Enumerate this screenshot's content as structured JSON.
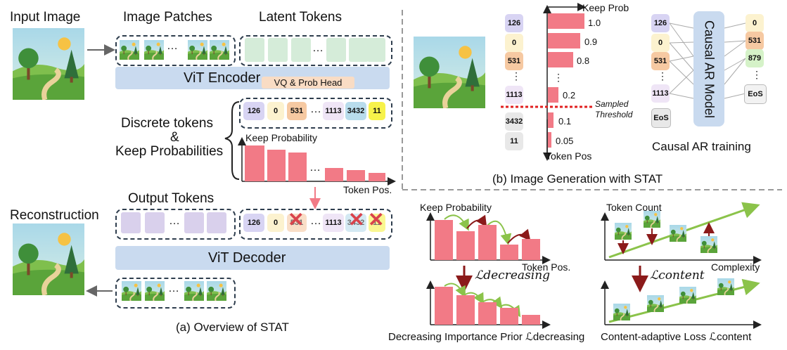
{
  "panel_a": {
    "input_image": "Input Image",
    "image_patches": "Image Patches",
    "latent_tokens": "Latent Tokens",
    "vit_encoder": "ViT Encoder",
    "vq_head": "VQ & Prob Head",
    "discrete_line1": "Discrete tokens",
    "discrete_amp": "&",
    "discrete_line2": "Keep Probabilities",
    "keep_probability": "Keep Probability",
    "token_pos": "Token Pos.",
    "output_tokens": "Output Tokens",
    "reconstruction": "Reconstruction",
    "vit_decoder": "ViT Decoder",
    "ellipsis": "…",
    "caption": "(a) Overview of STAT",
    "tokens": [
      "126",
      "0",
      "531",
      "…",
      "1113",
      "3432",
      "11"
    ],
    "out_tokens": [
      "126",
      "0",
      "531",
      "…",
      "1113",
      "3432",
      "11"
    ]
  },
  "panel_b": {
    "keep_prob": "Keep Prob",
    "token_pos": "Token Pos",
    "values": [
      "1.0",
      "0.9",
      "0.8",
      "0.2",
      "0.1",
      "0.05"
    ],
    "vdots": "⋮",
    "sampled": "Sampled",
    "threshold": "Threshold",
    "left_tokens": [
      "126",
      "0",
      "531",
      "1113",
      "3432",
      "11"
    ],
    "ar_left": [
      "126",
      "0",
      "531",
      "1113",
      "EoS"
    ],
    "ar_right": [
      "0",
      "531",
      "879",
      "EoS"
    ],
    "causal_model": "Causal AR Model",
    "causal_training": "Causal AR training",
    "caption": "(b) Image Generation with STAT"
  },
  "panel_c": {
    "keep_probability": "Keep Probability",
    "token_pos": "Token Pos.",
    "loss_decreasing": "ℒdecreasing",
    "caption": "Decreasing Importance Prior ℒdecreasing"
  },
  "panel_d": {
    "token_count": "Token Count",
    "complexity": "Complexity",
    "loss_content": "ℒcontent",
    "caption": "Content-adaptive Loss ℒcontent"
  },
  "colors": {
    "bar": "#f27a86",
    "encoder": "#c9daef",
    "vq": "#f9dcc4",
    "latent": "#d5ecd9",
    "output": "#d9d0ec",
    "threshold": "#e02020",
    "arrow_red": "#8b1a1a",
    "arrow_green": "#8bc34a"
  }
}
